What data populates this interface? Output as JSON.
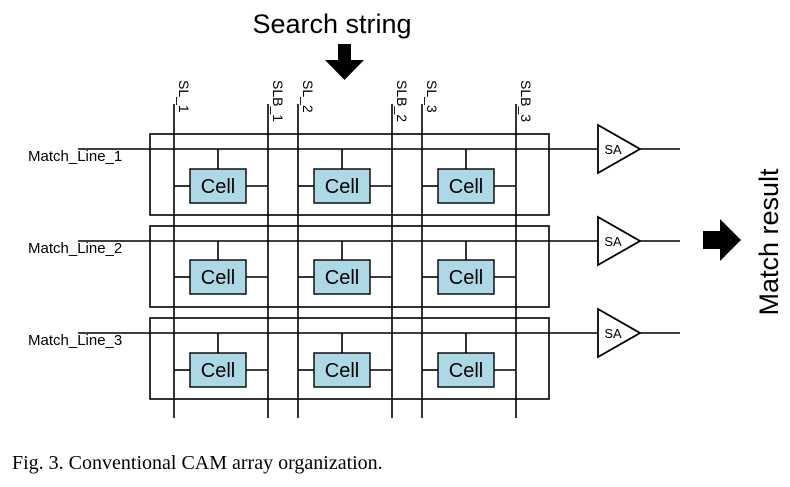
{
  "search_label": "Search string",
  "result_label": "Match result",
  "columns": [
    {
      "sl": "SL_1",
      "slb": "SLB_1"
    },
    {
      "sl": "SL_2",
      "slb": "SLB_2"
    },
    {
      "sl": "SL_3",
      "slb": "SLB_3"
    }
  ],
  "rows": [
    {
      "match_line": "Match_Line_1"
    },
    {
      "match_line": "Match_Line_2"
    },
    {
      "match_line": "Match_Line_3"
    }
  ],
  "cell_label": "Cell",
  "amp_label": "SA",
  "caption": "Fig. 3.  Conventional CAM array organization.",
  "colors": {
    "cell_fill": "#add8e6",
    "line": "#000000",
    "background": "#ffffff"
  }
}
